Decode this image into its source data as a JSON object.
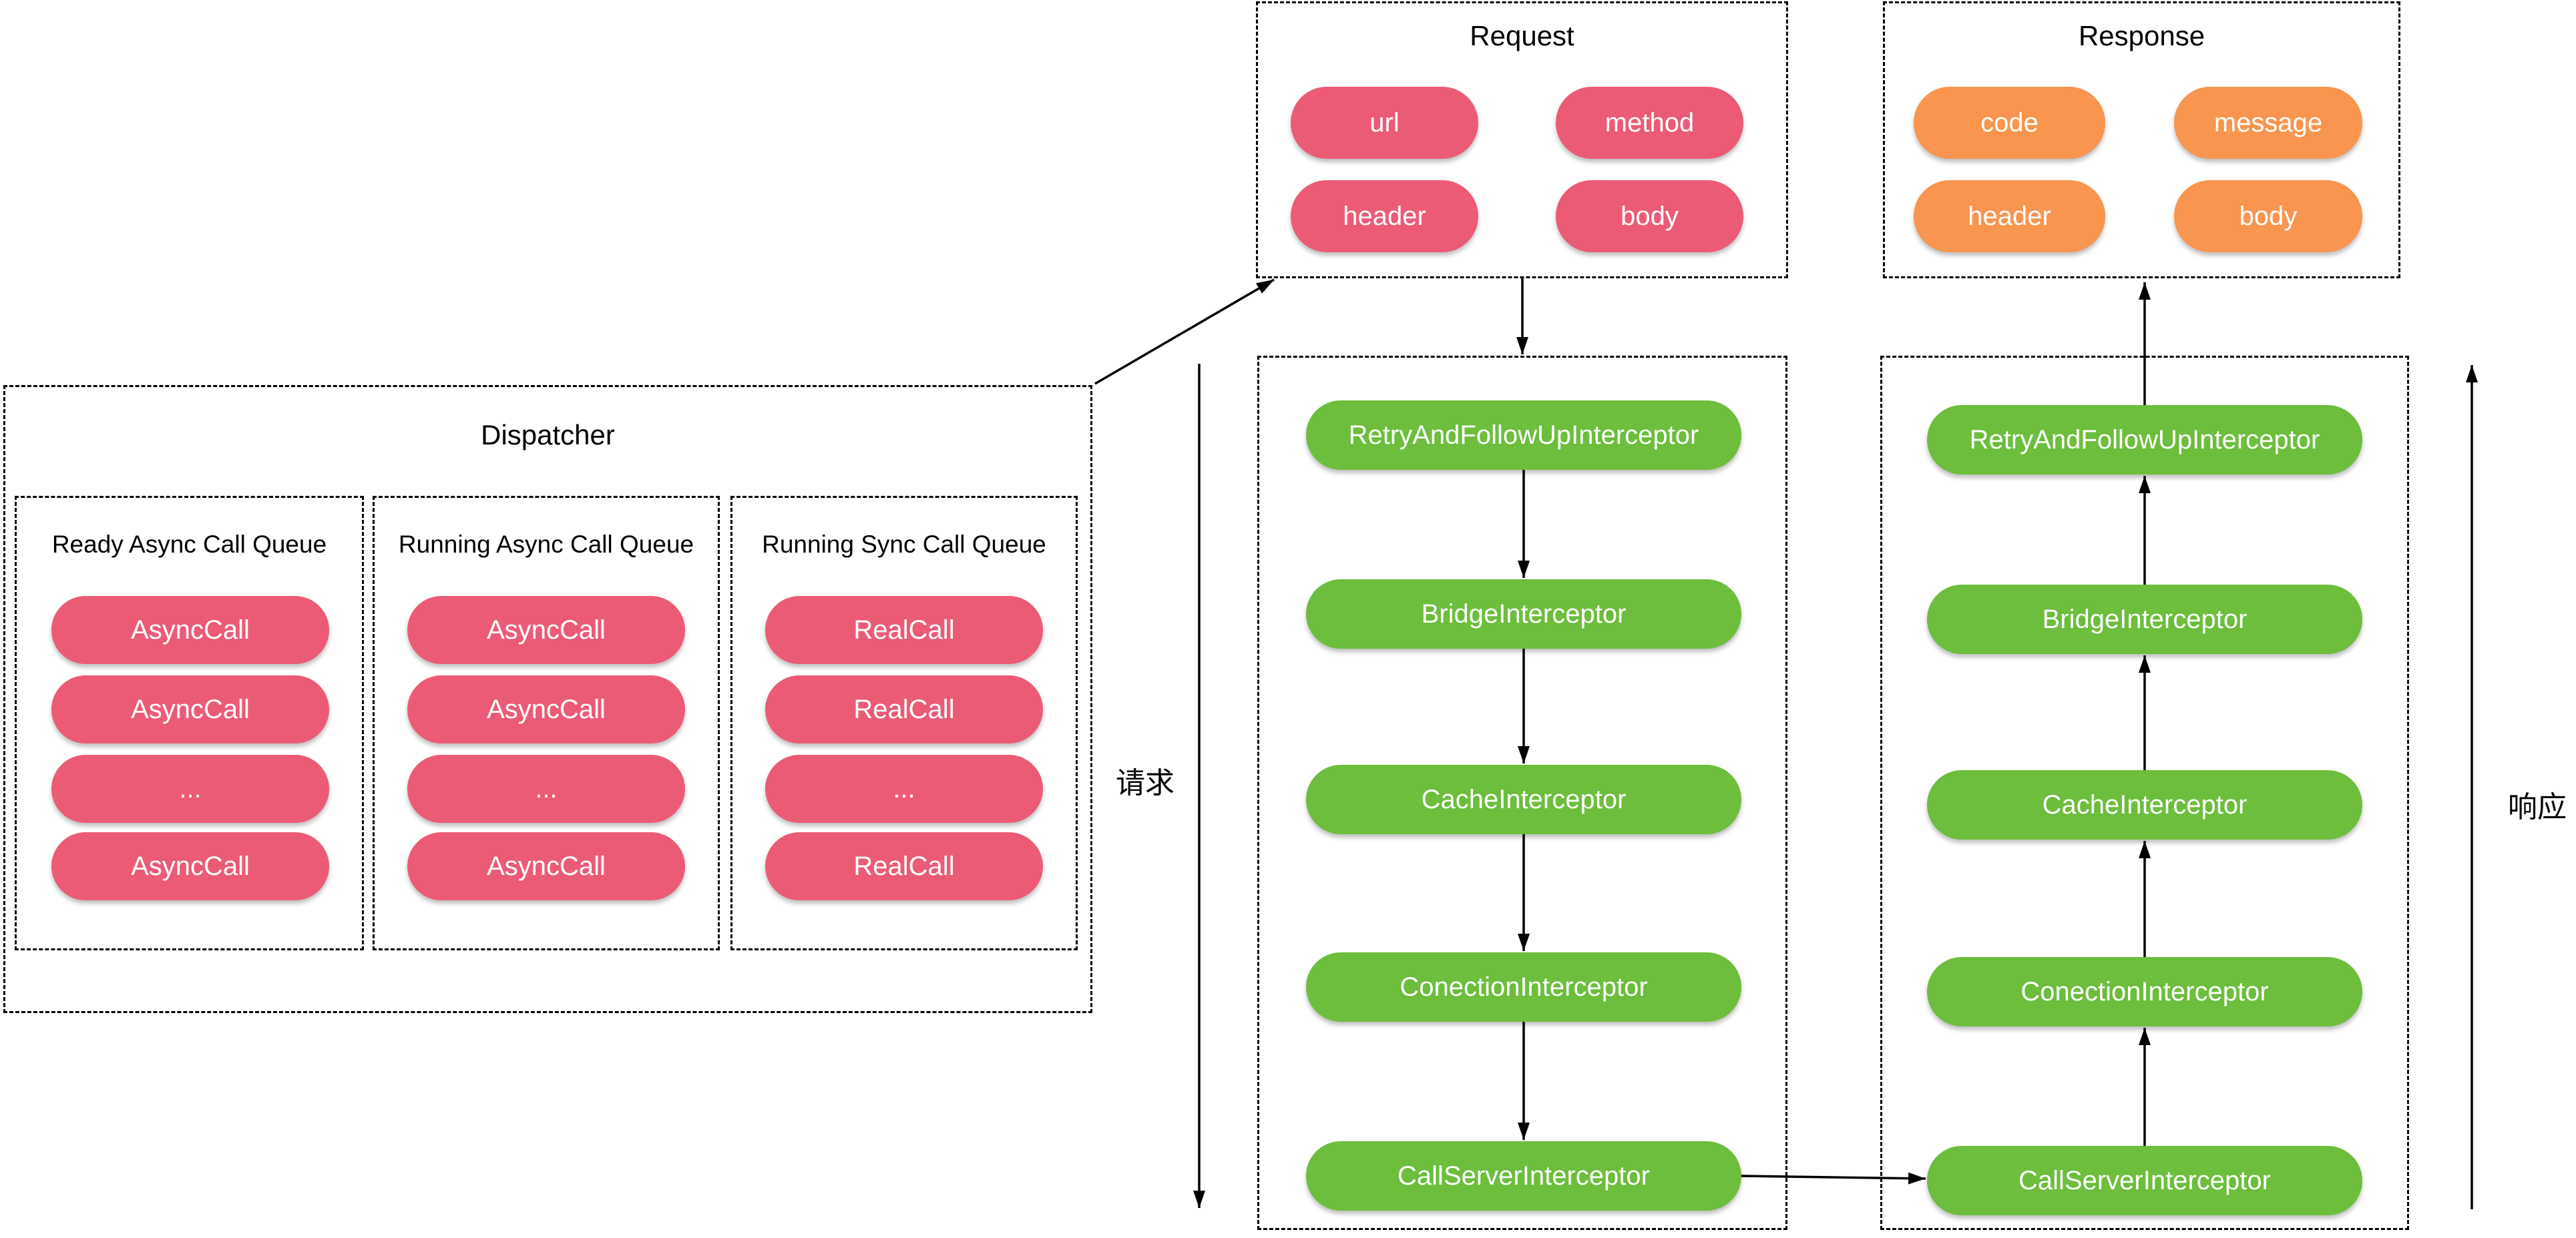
{
  "colors": {
    "request_pill": "#ec5b76",
    "response_pill": "#f9954e",
    "interceptor_pill": "#6cbe3c",
    "line": "#000000"
  },
  "request_box": {
    "title": "Request",
    "pills": [
      "url",
      "method",
      "header",
      "body"
    ]
  },
  "response_box": {
    "title": "Response",
    "pills": [
      "code",
      "message",
      "header",
      "body"
    ]
  },
  "dispatcher": {
    "title": "Dispatcher",
    "queues": [
      {
        "title": "Ready Async Call Queue",
        "items": [
          "AsyncCall",
          "AsyncCall",
          "...",
          "AsyncCall"
        ]
      },
      {
        "title": "Running Async Call Queue",
        "items": [
          "AsyncCall",
          "AsyncCall",
          "...",
          "AsyncCall"
        ]
      },
      {
        "title": "Running Sync Call Queue",
        "items": [
          "RealCall",
          "RealCall",
          "...",
          "RealCall"
        ]
      }
    ]
  },
  "request_chain": {
    "interceptors": [
      "RetryAndFollowUpInterceptor",
      "BridgeInterceptor",
      "CacheInterceptor",
      "ConectionInterceptor",
      "CallServerInterceptor"
    ]
  },
  "response_chain": {
    "interceptors": [
      "RetryAndFollowUpInterceptor",
      "BridgeInterceptor",
      "CacheInterceptor",
      "ConectionInterceptor",
      "CallServerInterceptor"
    ]
  },
  "flow_labels": {
    "request": "请求",
    "response": "响应"
  }
}
